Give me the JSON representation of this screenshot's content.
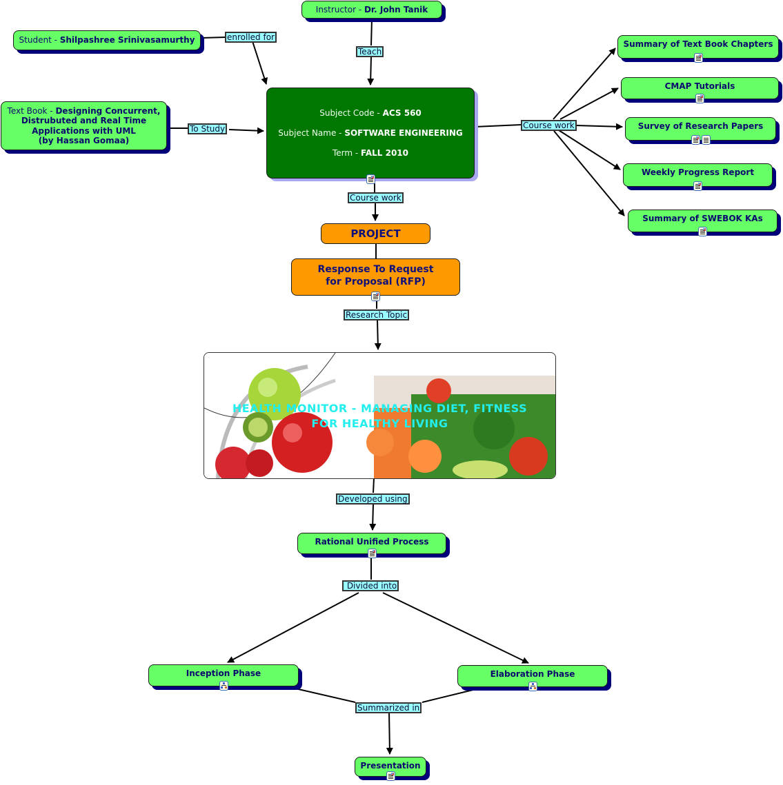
{
  "concept_map": {
    "nodes": {
      "instructor": {
        "prefix": "Instructor - ",
        "value": "Dr. John Tanik"
      },
      "student": {
        "prefix": "Student - ",
        "value": "Shilpashree Srinivasamurthy"
      },
      "textbook": {
        "prefix": "Text Book - ",
        "value_lines": [
          "Designing Concurrent,",
          "Distrubuted and Real Time",
          "Applications with UML",
          "(by Hassan Gomaa)"
        ]
      },
      "subject": {
        "code_label": "Subject Code - ",
        "code": "ACS 560",
        "name_label": "Subject Name - ",
        "name": "SOFTWARE ENGINEERING",
        "term_label": "Term - ",
        "term": "FALL 2010",
        "resource_icons": [
          "image-document-icon"
        ]
      },
      "coursework_items": [
        {
          "label": "Summary of Text Book Chapters",
          "resource_icons": [
            "image-document-icon"
          ]
        },
        {
          "label": "CMAP Tutorials",
          "resource_icons": [
            "image-document-icon"
          ]
        },
        {
          "label": "Survey of Research Papers",
          "resource_icons": [
            "image-document-icon",
            "text-document-icon"
          ]
        },
        {
          "label": "Weekly Progress Report",
          "resource_icons": [
            "image-document-icon"
          ]
        },
        {
          "label": "Summary of SWEBOK KAs",
          "resource_icons": [
            "image-document-icon"
          ]
        }
      ],
      "project": {
        "label": "PROJECT"
      },
      "rfp": {
        "lines": [
          "Response To Request",
          "for Proposal (RFP)"
        ],
        "resource_icons": [
          "image-document-icon"
        ]
      },
      "research_topic": {
        "lines": [
          "HEALTH MONITOR -  MANAGING DIET, FITNESS",
          "FOR HEALTHY LIVING"
        ]
      },
      "rup": {
        "label": "Rational Unified Process",
        "resource_icons": [
          "image-document-icon"
        ]
      },
      "inception": {
        "label": "Inception Phase",
        "resource_icons": [
          "concept-map-icon"
        ]
      },
      "elaboration": {
        "label": "Elaboration Phase",
        "resource_icons": [
          "concept-map-icon"
        ]
      },
      "presentation": {
        "label": "Presentation",
        "resource_icons": [
          "image-document-icon"
        ]
      }
    },
    "linking_phrases": {
      "enrolled_for": "enrolled for",
      "teach": "Teach",
      "to_study": "To Study",
      "course_work_right": "Course work",
      "course_work_down": "Course work",
      "research_topic": "Research Topic",
      "developed_using": "Developed using",
      "divided_into": " Divided into",
      "summarized_in": "Summarized in"
    },
    "colors": {
      "concept_fill": "#66ff66",
      "concept_shadow": "#00007a",
      "subject_fill": "#007700",
      "project_fill": "#ff9900",
      "link_fill": "#99ffff",
      "concept_text": "#0a0a6e",
      "banner_text": "#22eeee"
    }
  }
}
